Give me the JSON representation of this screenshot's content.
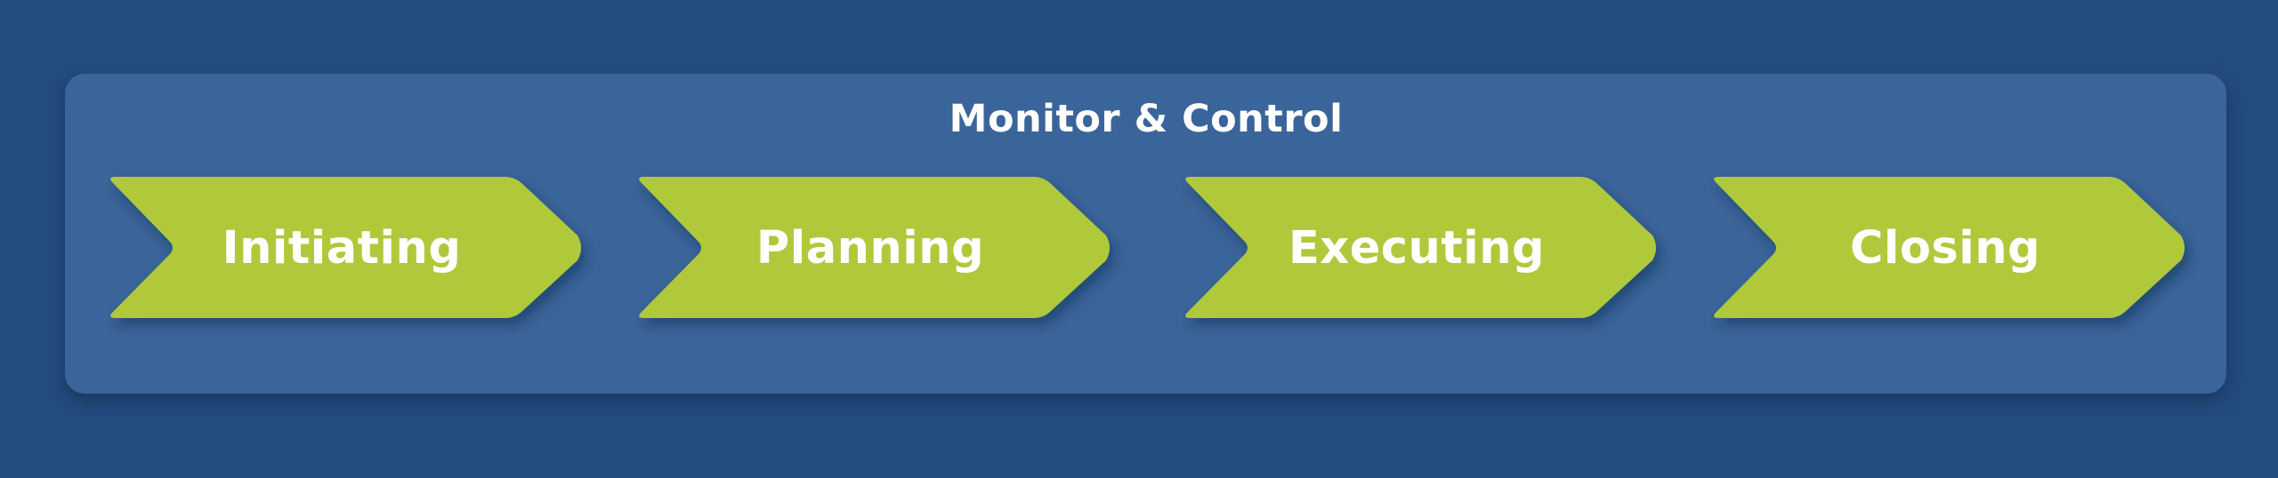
{
  "panel": {
    "title": "Monitor & Control"
  },
  "phases": [
    {
      "label": "Initiating"
    },
    {
      "label": "Planning"
    },
    {
      "label": "Executing"
    },
    {
      "label": "Closing"
    }
  ],
  "colors": {
    "background": "#234d7f",
    "panel": "#3a659a",
    "chevron": "#afc93a",
    "text": "#ffffff"
  }
}
